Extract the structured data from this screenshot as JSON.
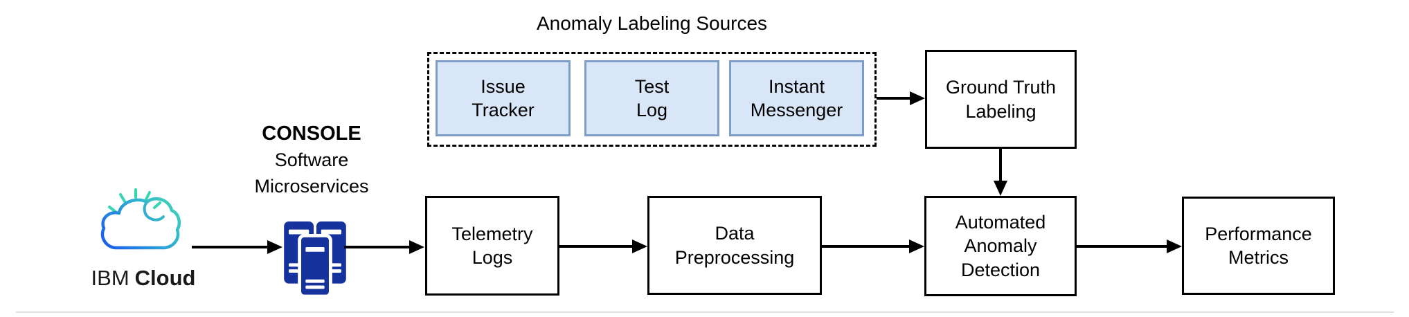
{
  "diagram_title": "Anomaly Labeling Sources",
  "colors": {
    "source_box_fill": "#d9e6f8",
    "source_box_border": "#7f9dc9",
    "server_icon_blue": "#16339d",
    "cloud_teal": "#3fd8b4",
    "cloud_blue": "#1d60e8",
    "line_black": "#000000"
  },
  "labeling": {
    "title": "Anomaly Labeling Sources",
    "sources": [
      {
        "label": "Issue\nTracker"
      },
      {
        "label": "Test\nLog"
      },
      {
        "label": "Instant\nMessenger"
      }
    ],
    "ground_truth": {
      "label": "Ground Truth\nLabeling"
    }
  },
  "pipeline": {
    "cloud": {
      "brand": "IBM",
      "brand_bold": "Cloud"
    },
    "console": {
      "title": "CONSOLE",
      "subtitle1": "Software",
      "subtitle2": "Microservices"
    },
    "stages": [
      {
        "label": "Telemetry\nLogs"
      },
      {
        "label": "Data\nPreprocessing"
      },
      {
        "label": "Automated\nAnomaly\nDetection"
      },
      {
        "label": "Performance\nMetrics"
      }
    ]
  },
  "icons": {
    "cloud": "ibm-cloud-logo",
    "servers": "microservices-servers-icon"
  }
}
